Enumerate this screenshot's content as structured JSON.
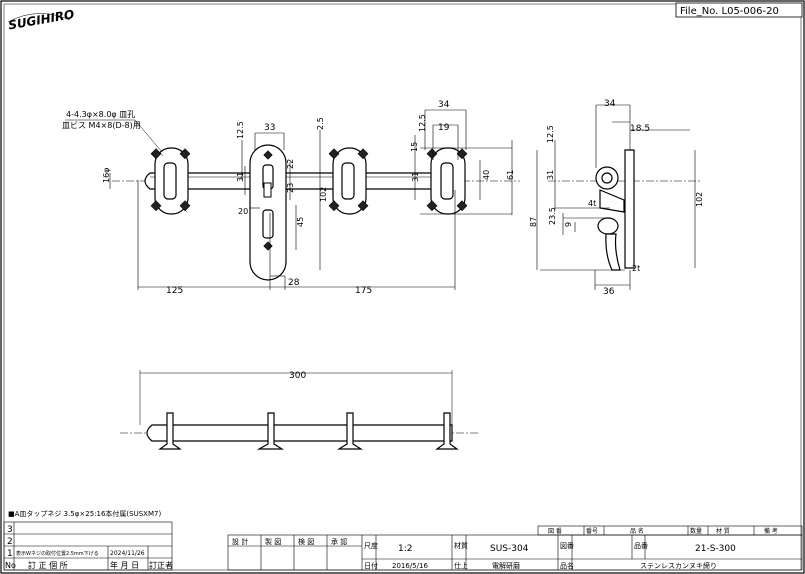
{
  "header": {
    "brand": "SUGIHIRO",
    "file_no": "File_No. L05-006-20"
  },
  "front_view": {
    "hole_note_line1": "4-4.3φ×8.0φ 皿孔",
    "hole_note_line2": "皿ビス M4×8(D-8)用",
    "dims": [
      "12.5",
      "33",
      "2.5",
      "34",
      "19",
      "15",
      "12.5",
      "16φ",
      "31",
      "22",
      "20",
      "23",
      "45",
      "102",
      "31",
      "40",
      "61",
      "125",
      "28",
      "175"
    ]
  },
  "side_view": {
    "dims": [
      "34",
      "18.5",
      "12.5",
      "31",
      "4t",
      "23.5",
      "9",
      "87",
      "102",
      "2t",
      "36"
    ]
  },
  "bottom_view": {
    "dims": [
      "300"
    ]
  },
  "notes": {
    "screw_note": "■A皿タップネジ 3.5φ×25:16本付属(SUSXM7)"
  },
  "revision_table": {
    "rows": [
      {
        "no": "3",
        "content": "",
        "date": ""
      },
      {
        "no": "2",
        "content": "",
        "date": ""
      },
      {
        "no": "1",
        "content": "表示Wネジの取付位置2.5mm下げる",
        "date": "2024/11/26"
      }
    ],
    "header": [
      "No",
      "訂 正 個 所",
      "年 月 日",
      "訂正者"
    ]
  },
  "title_block": {
    "roles": [
      "設 計",
      "製 図",
      "検 図",
      "承 認"
    ],
    "scale_label": "尺度",
    "scale": "1:2",
    "material_label": "材質",
    "material": "SUS-304",
    "finish_label": "仕上",
    "finish": "電解研磨",
    "date_label": "日付",
    "date": "2016/5/16",
    "drawing_label": "図番",
    "product_no_label": "品番",
    "product_no": "21-S-300",
    "product_name_label": "品名",
    "product_name": "ステンレスカンヌキ締り"
  },
  "parts_list": {
    "header": [
      "図 番",
      "番号",
      "品 名",
      "数量",
      "材 質",
      "備 考"
    ]
  }
}
